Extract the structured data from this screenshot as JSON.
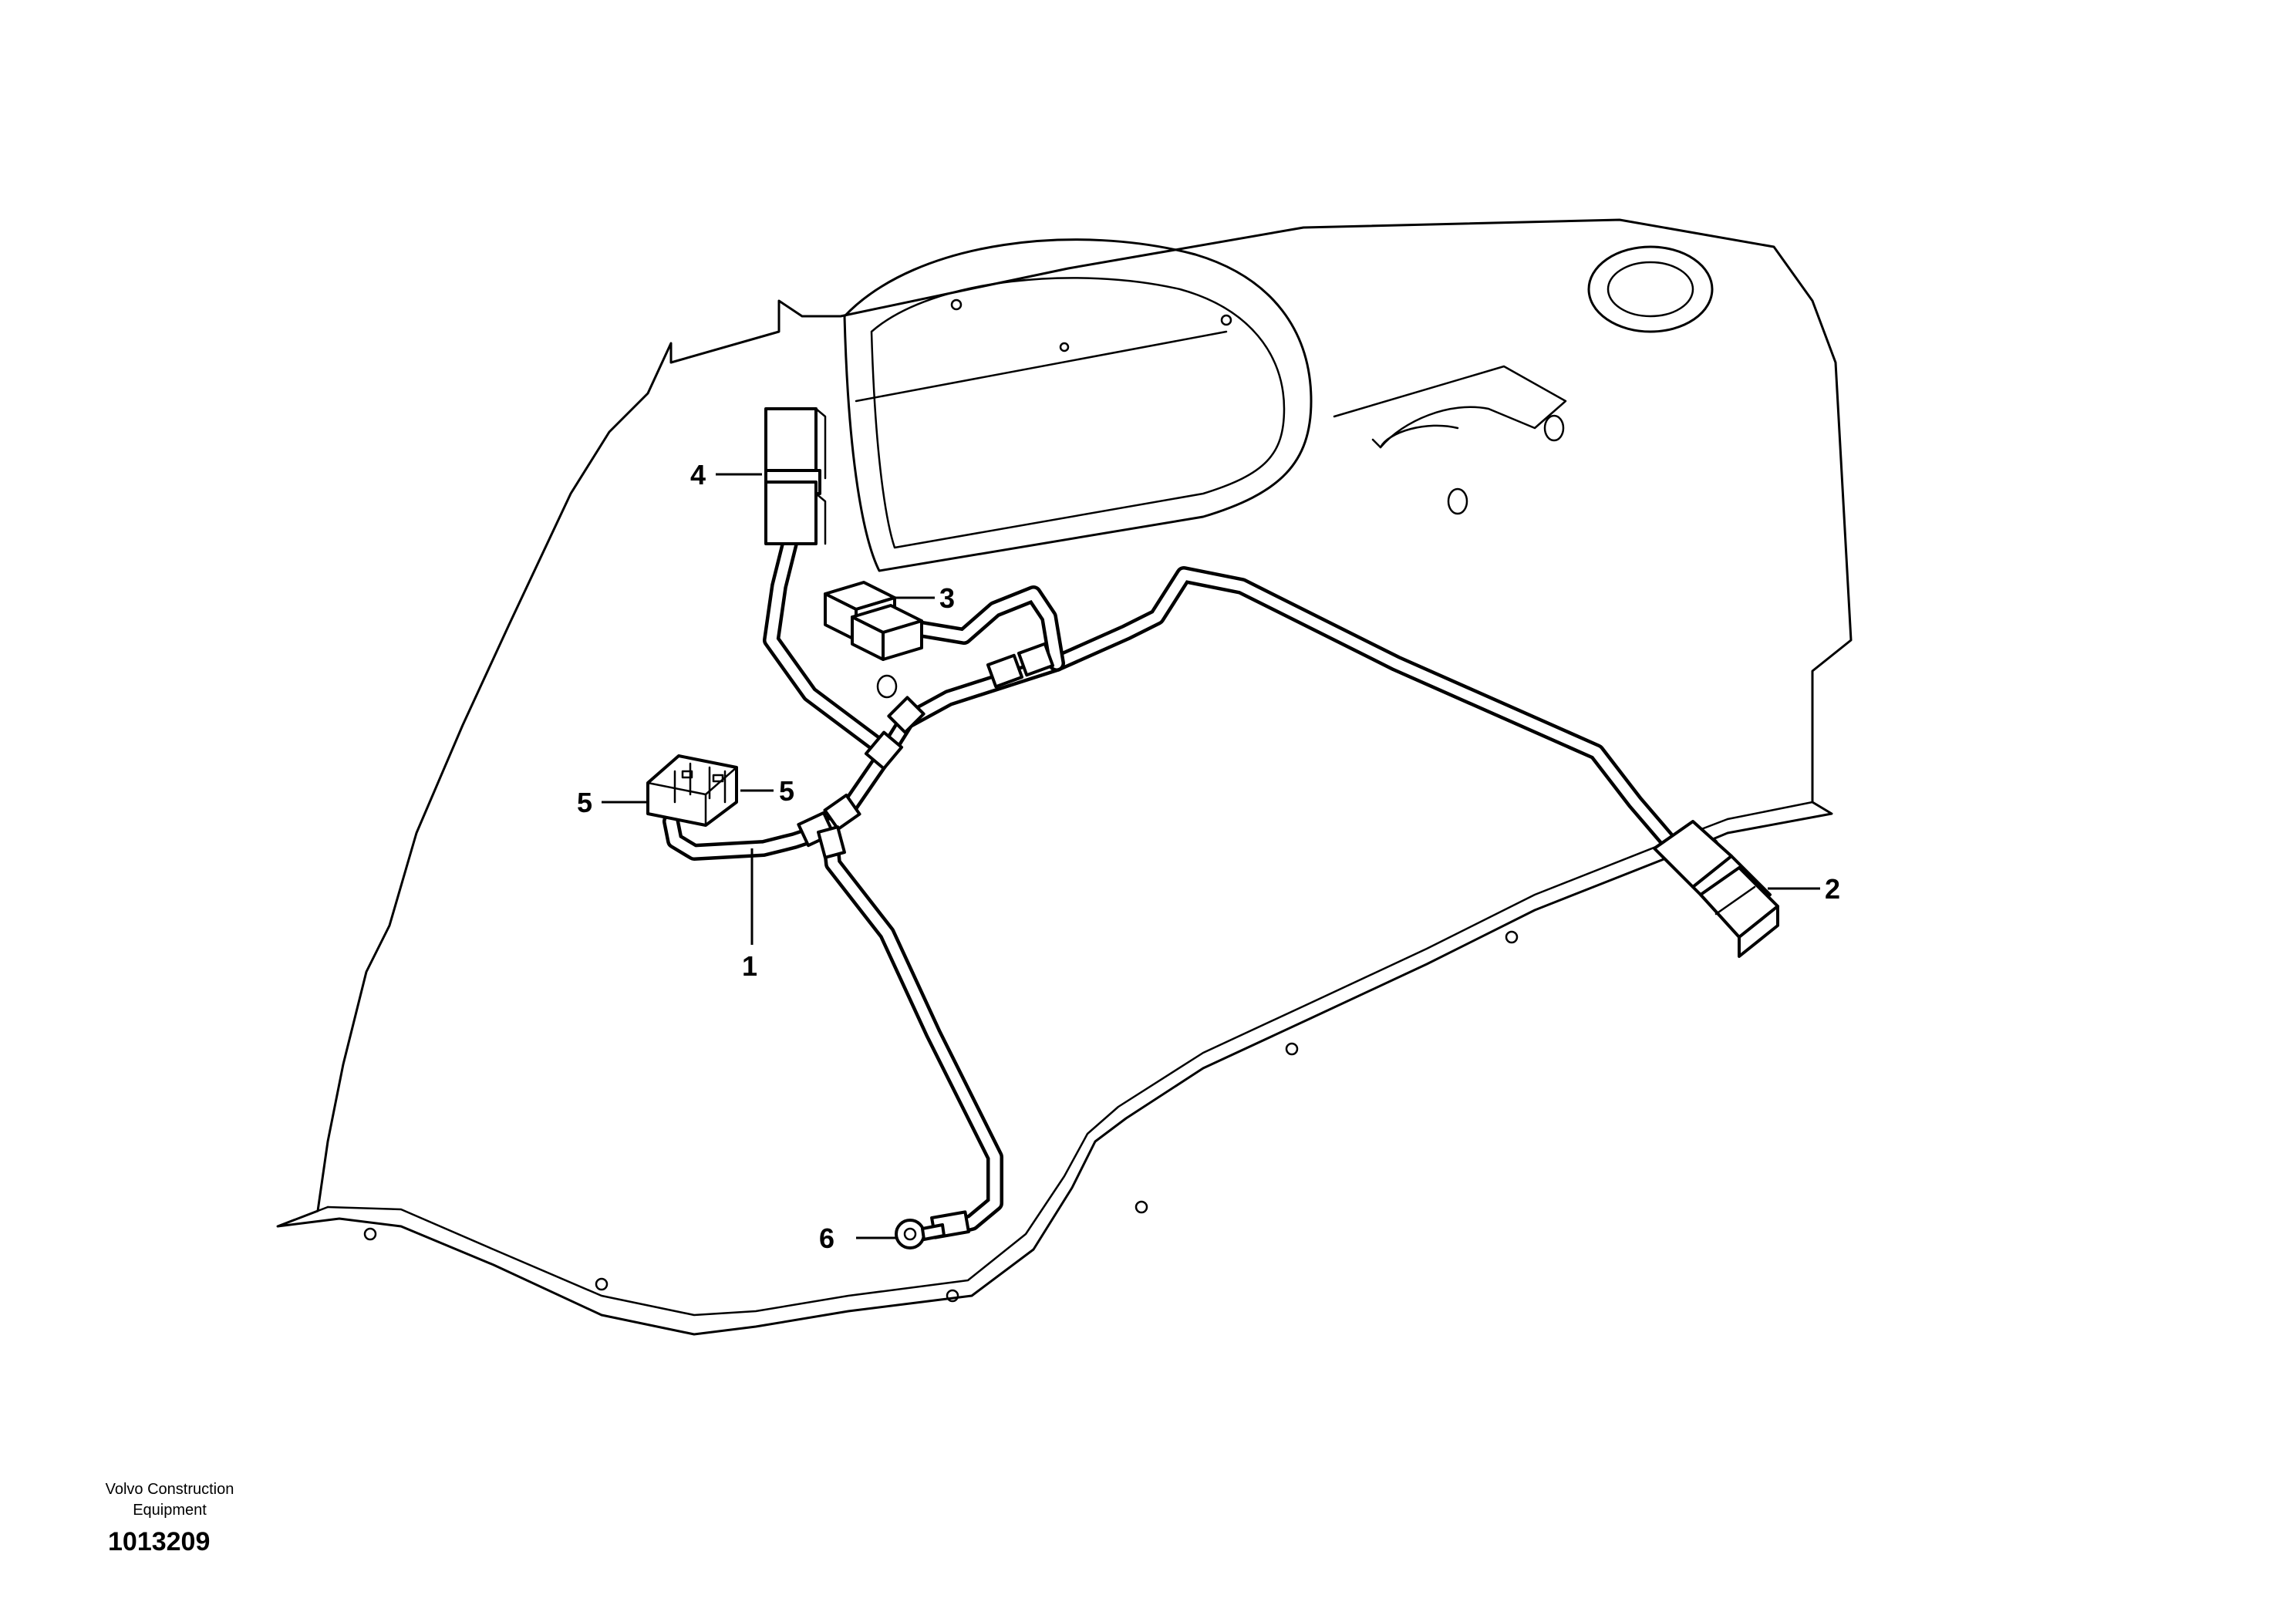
{
  "callouts": [
    {
      "id": "1",
      "text": "1"
    },
    {
      "id": "2",
      "text": "2"
    },
    {
      "id": "3",
      "text": "3"
    },
    {
      "id": "4",
      "text": "4"
    },
    {
      "id": "5a",
      "text": "5"
    },
    {
      "id": "5b",
      "text": "5"
    },
    {
      "id": "6",
      "text": "6"
    }
  ],
  "footer": {
    "company_line1": "Volvo Construction",
    "company_line2": "Equipment",
    "drawing_number": "1013209"
  }
}
